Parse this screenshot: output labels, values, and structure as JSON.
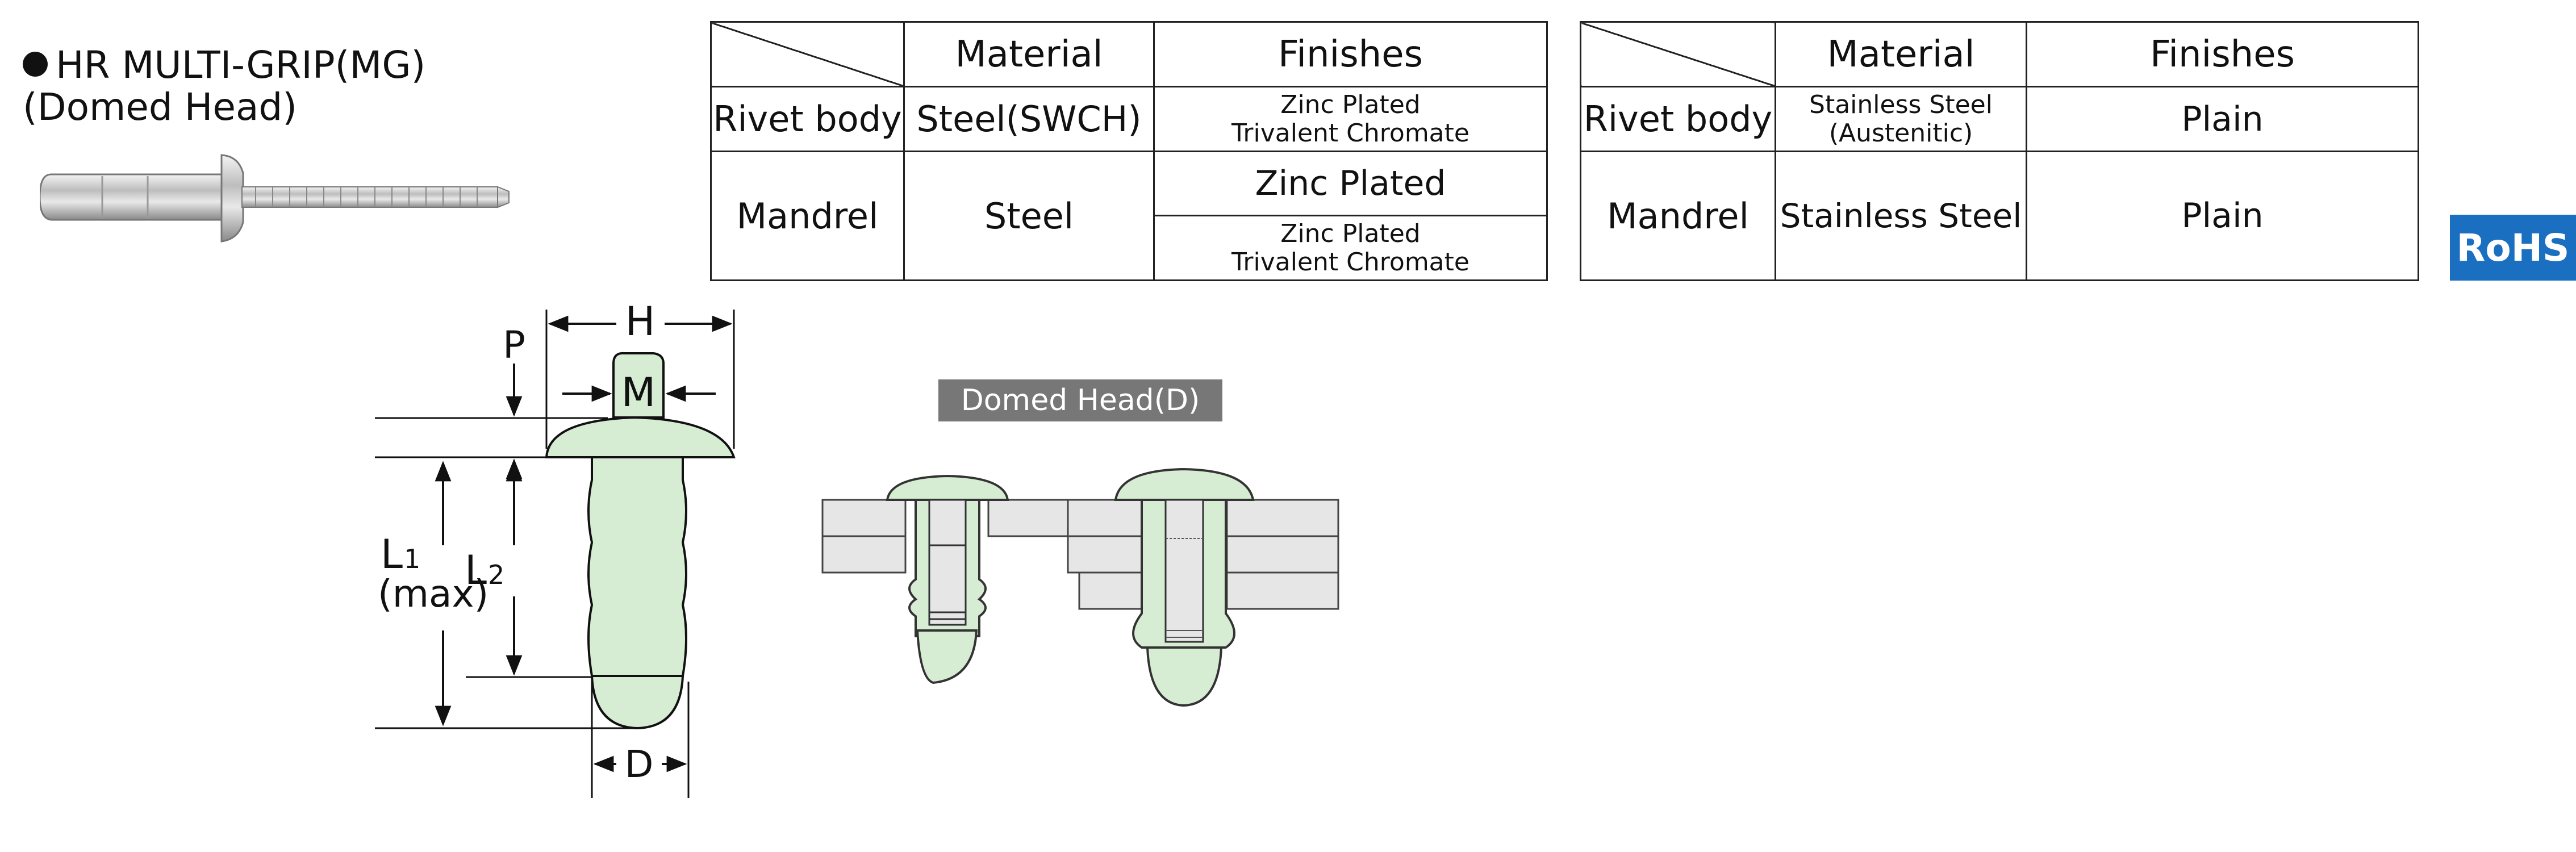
{
  "product": {
    "title_line1": "HR MULTI-GRIP(MG)",
    "title_line2": "(Domed Head)"
  },
  "table_steel": {
    "header": {
      "material": "Material",
      "finishes": "Finishes"
    },
    "rivet_body": {
      "label": "Rivet body",
      "material": "Steel(SWCH)",
      "finish_line1": "Zinc Plated",
      "finish_line2": "Trivalent Chromate"
    },
    "mandrel": {
      "label": "Mandrel",
      "material": "Steel",
      "finish_a": "Zinc Plated",
      "finish_b_line1": "Zinc Plated",
      "finish_b_line2": "Trivalent Chromate"
    }
  },
  "table_stainless": {
    "header": {
      "material": "Material",
      "finishes": "Finishes"
    },
    "rivet_body": {
      "label": "Rivet body",
      "material_line1": "Stainless Steel",
      "material_line2": "(Austenitic)",
      "finish": "Plain"
    },
    "mandrel": {
      "label": "Mandrel",
      "material": "Stainless Steel",
      "finish": "Plain"
    }
  },
  "badge": {
    "rohs": "RoHS"
  },
  "dimension_labels": {
    "H": "H",
    "P": "P",
    "M": "M",
    "L1": "L",
    "L1_sub": "1",
    "L1_max": "(max)",
    "L2": "L",
    "L2_sub": "2",
    "D": "D"
  },
  "section_label": "Domed Head(D)",
  "colors": {
    "part_fill": "#d6ecd3",
    "plate_fill": "#e6e6e6",
    "badge": "#1a6fc0",
    "label_bg": "#777777"
  }
}
